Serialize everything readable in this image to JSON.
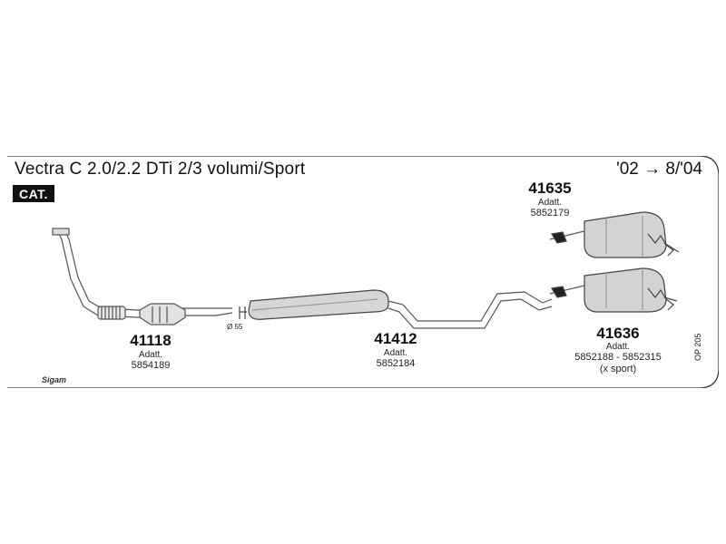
{
  "header": {
    "title": "Vectra C 2.0/2.2 DTi 2/3 volumi/Sport",
    "date_range": "'02 → 8/'04",
    "badge": "CAT."
  },
  "parts": [
    {
      "code": "41118",
      "adatt_label": "Adatt.",
      "oe_numbers": "5854189"
    },
    {
      "code": "41412",
      "adatt_label": "Adatt.",
      "oe_numbers": "5852184"
    },
    {
      "code": "41635",
      "adatt_label": "Adatt.",
      "oe_numbers": "5852179"
    },
    {
      "code": "41636",
      "adatt_label": "Adatt.",
      "oe_numbers": "5852188 - 5852315",
      "note": "(x sport)"
    }
  ],
  "annotations": {
    "diameter": "Ø 55",
    "page_ref": "OP 205",
    "brand": "Sigam"
  }
}
